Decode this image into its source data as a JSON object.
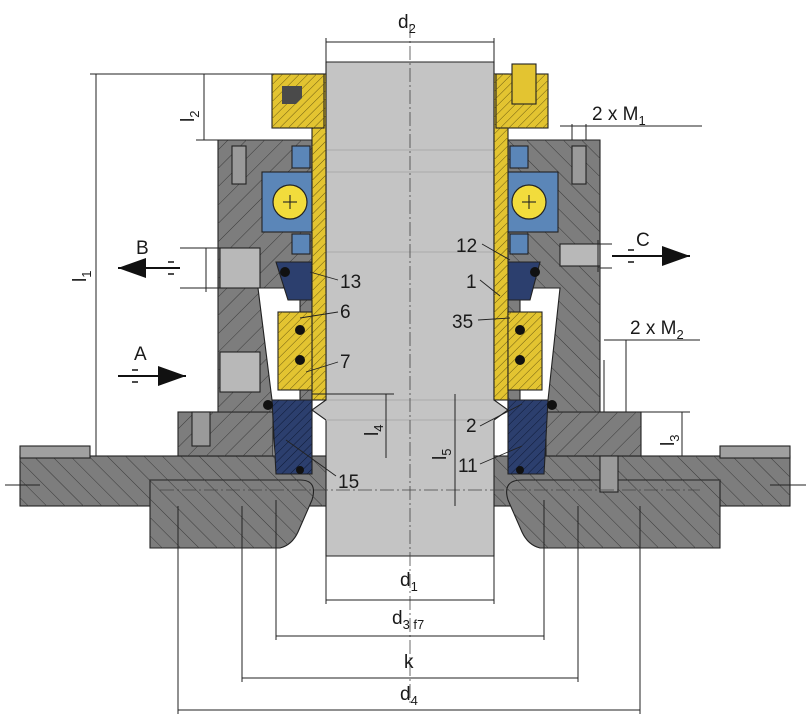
{
  "colors": {
    "housing": "#7d7d7d",
    "housing_dark": "#5e5e5e",
    "shaft": "#c4c4c4",
    "sleeve": "#e3c431",
    "bearing_blue": "#5b86b8",
    "seal_navy": "#2c3f6e",
    "bearing_ball": "#f2dc3c",
    "oring": "#111111",
    "hatch": "#3a3a3a"
  },
  "dimensions": {
    "d2": {
      "main": "d",
      "sub": "2"
    },
    "d1": {
      "main": "d",
      "sub": "1"
    },
    "d3": {
      "main": "d",
      "sub": "3 f7"
    },
    "k": {
      "main": "k"
    },
    "d4": {
      "main": "d",
      "sub": "4"
    },
    "l1": {
      "main": "l",
      "sub": "1"
    },
    "l2": {
      "main": "l",
      "sub": "2"
    },
    "l3": {
      "main": "l",
      "sub": "3"
    },
    "l4": {
      "main": "l",
      "sub": "4"
    },
    "l5": {
      "main": "l",
      "sub": "5"
    },
    "m1": {
      "main": "2 x M",
      "sub": "1"
    },
    "m2": {
      "main": "2 x M",
      "sub": "2"
    }
  },
  "ports": {
    "a": "A",
    "b": "B",
    "c": "C"
  },
  "parts": {
    "p13": "13",
    "p6": "6",
    "p7": "7",
    "p15": "15",
    "p12": "12",
    "p1": "1",
    "p35": "35",
    "p2": "2",
    "p11": "11"
  }
}
